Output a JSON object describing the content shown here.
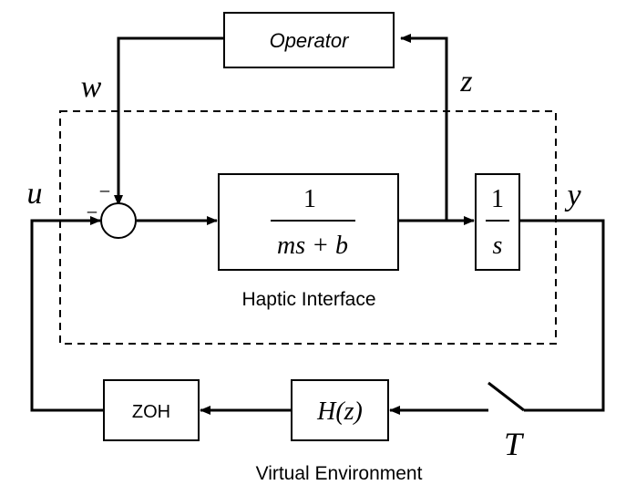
{
  "blocks": {
    "operator": "Operator",
    "plant_numerator": "1",
    "plant_denominator": "ms + b",
    "integrator_numerator": "1",
    "integrator_denominator": "s",
    "zoh": "ZOH",
    "virtual_env_tf": "H(z)"
  },
  "signals": {
    "w": "w",
    "z": "z",
    "u": "u",
    "y": "y",
    "sample_period": "T"
  },
  "sum_signs": {
    "top": "_",
    "left": "_"
  },
  "group_labels": {
    "haptic_interface": "Haptic Interface",
    "virtual_environment": "Virtual Environment"
  }
}
